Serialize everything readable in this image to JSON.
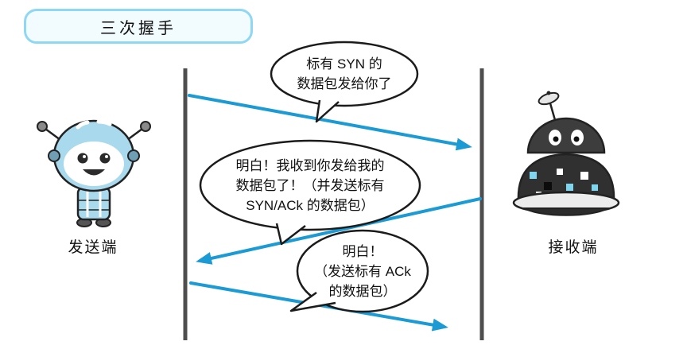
{
  "title": {
    "label": "三次握手"
  },
  "endpoints": {
    "sender": "发送端",
    "receiver": "接收端"
  },
  "bubbles": [
    {
      "lines": [
        "标有 SYN 的",
        "数据包发给你了"
      ]
    },
    {
      "lines": [
        "明白！我收到你发给我的",
        "数据包了！（并发送标有",
        "SYN/ACk 的数据包）"
      ]
    },
    {
      "lines": [
        "明白！",
        "（发送标有 ACk",
        "的数据包）"
      ]
    }
  ],
  "colors": {
    "arrow": "#1b9ad4",
    "title_border": "#8fd7f2",
    "title_fill": "#f2fbfe",
    "timeline": "#4e4e4e",
    "bubble_stroke": "#1b1b1b",
    "robot_blue": "#a9d9ec"
  }
}
